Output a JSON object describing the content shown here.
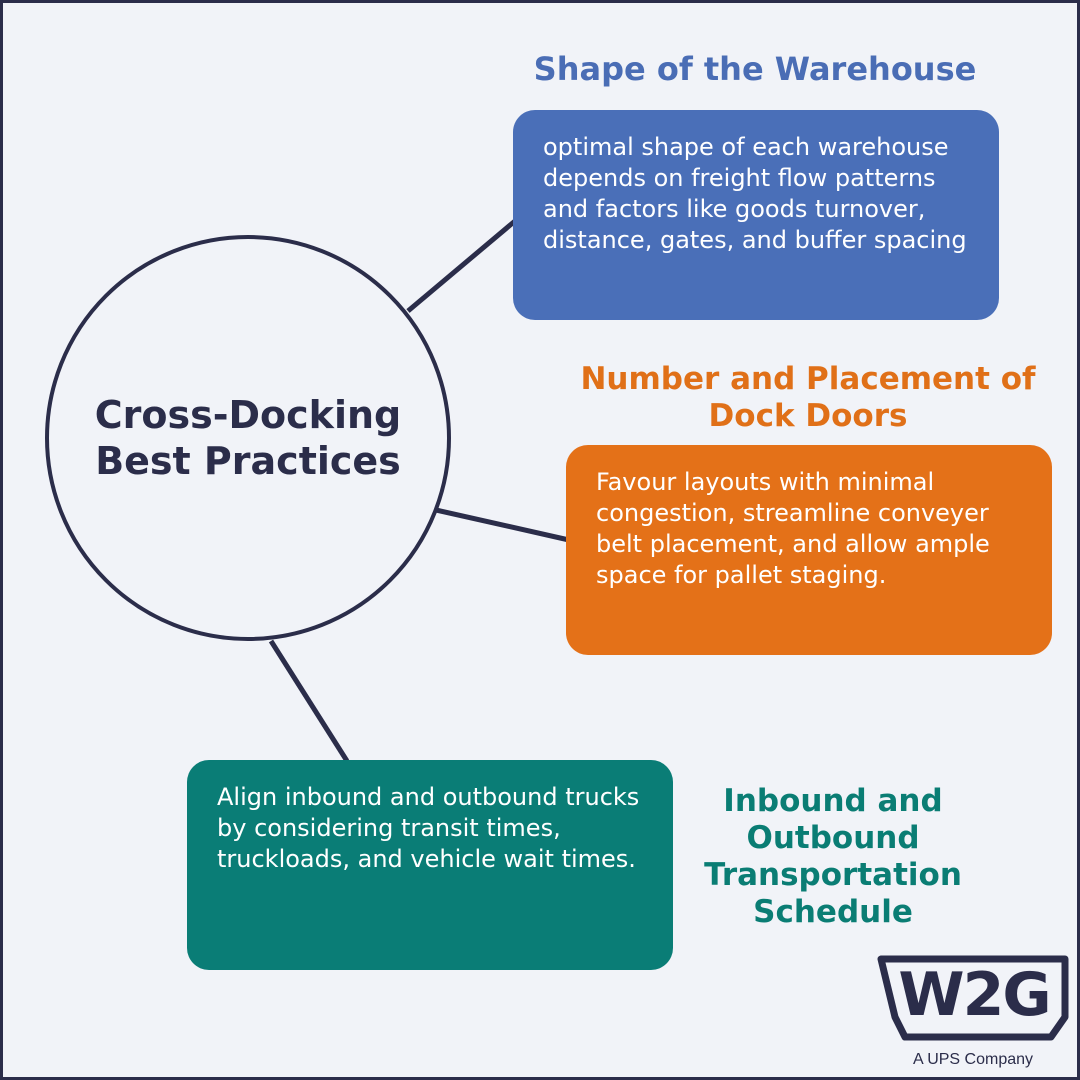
{
  "center": {
    "title": "Cross-Docking Best Practices"
  },
  "sections": [
    {
      "heading": "Shape of the Warehouse",
      "text": "optimal shape of each warehouse depends on freight flow patterns and factors like goods turnover, distance, gates, and buffer spacing",
      "color": "#4a6fb8"
    },
    {
      "heading": "Number and Placement of Dock Doors",
      "text": "Favour layouts with minimal congestion, streamline conveyer belt placement, and allow ample space for pallet staging.",
      "color": "#e47118"
    },
    {
      "heading": "Inbound and Outbound Transportation Schedule",
      "text": "Align inbound and outbound trucks by considering transit times, truckloads, and vehicle wait times.",
      "color": "#0a7d76"
    }
  ],
  "logo": {
    "name": "W2G",
    "tagline": "A UPS Company"
  },
  "colors": {
    "outline": "#2b2d4a",
    "background": "#f1f3f8"
  }
}
